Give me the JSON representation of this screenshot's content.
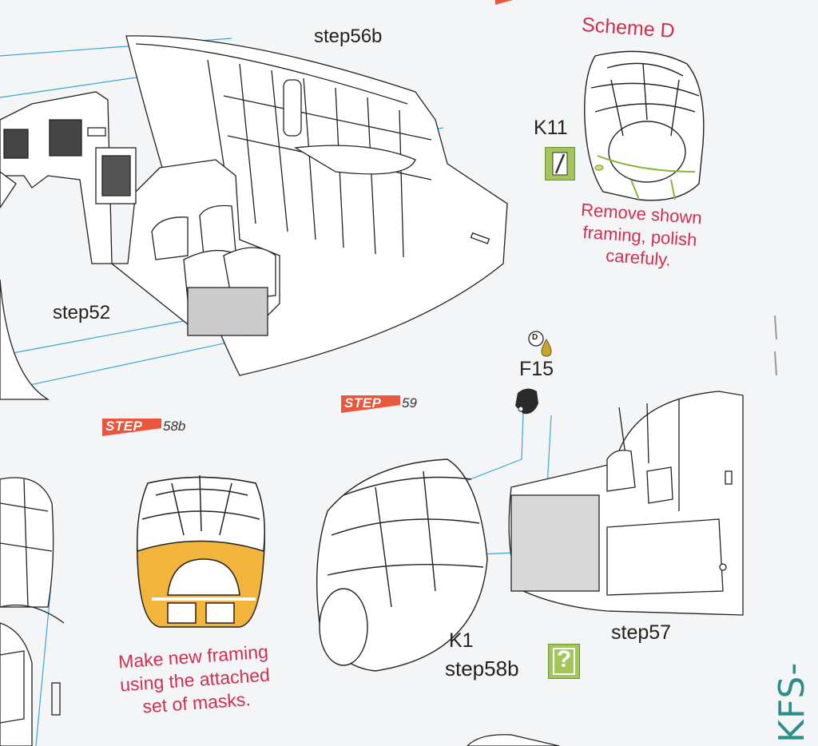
{
  "labels": {
    "step56b": "step56b",
    "step52": "step52",
    "step57": "step57",
    "k11": "K11",
    "f15": "F15",
    "k1": "K1",
    "step58b_ref": "step58b",
    "d_marker": "D"
  },
  "scheme_title": "Scheme D",
  "notes": {
    "remove_framing": [
      "Remove shown",
      "framing, polish",
      "carefuly."
    ],
    "new_framing": [
      "Make new framing",
      "using the attached",
      "set of masks."
    ]
  },
  "step_badges": [
    {
      "word": "STEP",
      "number": "58b"
    },
    {
      "word": "STEP",
      "number": "59"
    }
  ],
  "icons": {
    "k11_icon": "cut-icon",
    "help_icon": "question-icon",
    "glue_icon": "glue-drop-icon"
  },
  "brand": "KFS-miniatures",
  "colors": {
    "leader_line": "#3aa6d8",
    "badge_red": "#e9573c",
    "note_red": "#d0304f",
    "mask_yellow": "#f2b43a",
    "icon_green": "#a3c65a",
    "brand_teal": "#2a8f8a"
  }
}
